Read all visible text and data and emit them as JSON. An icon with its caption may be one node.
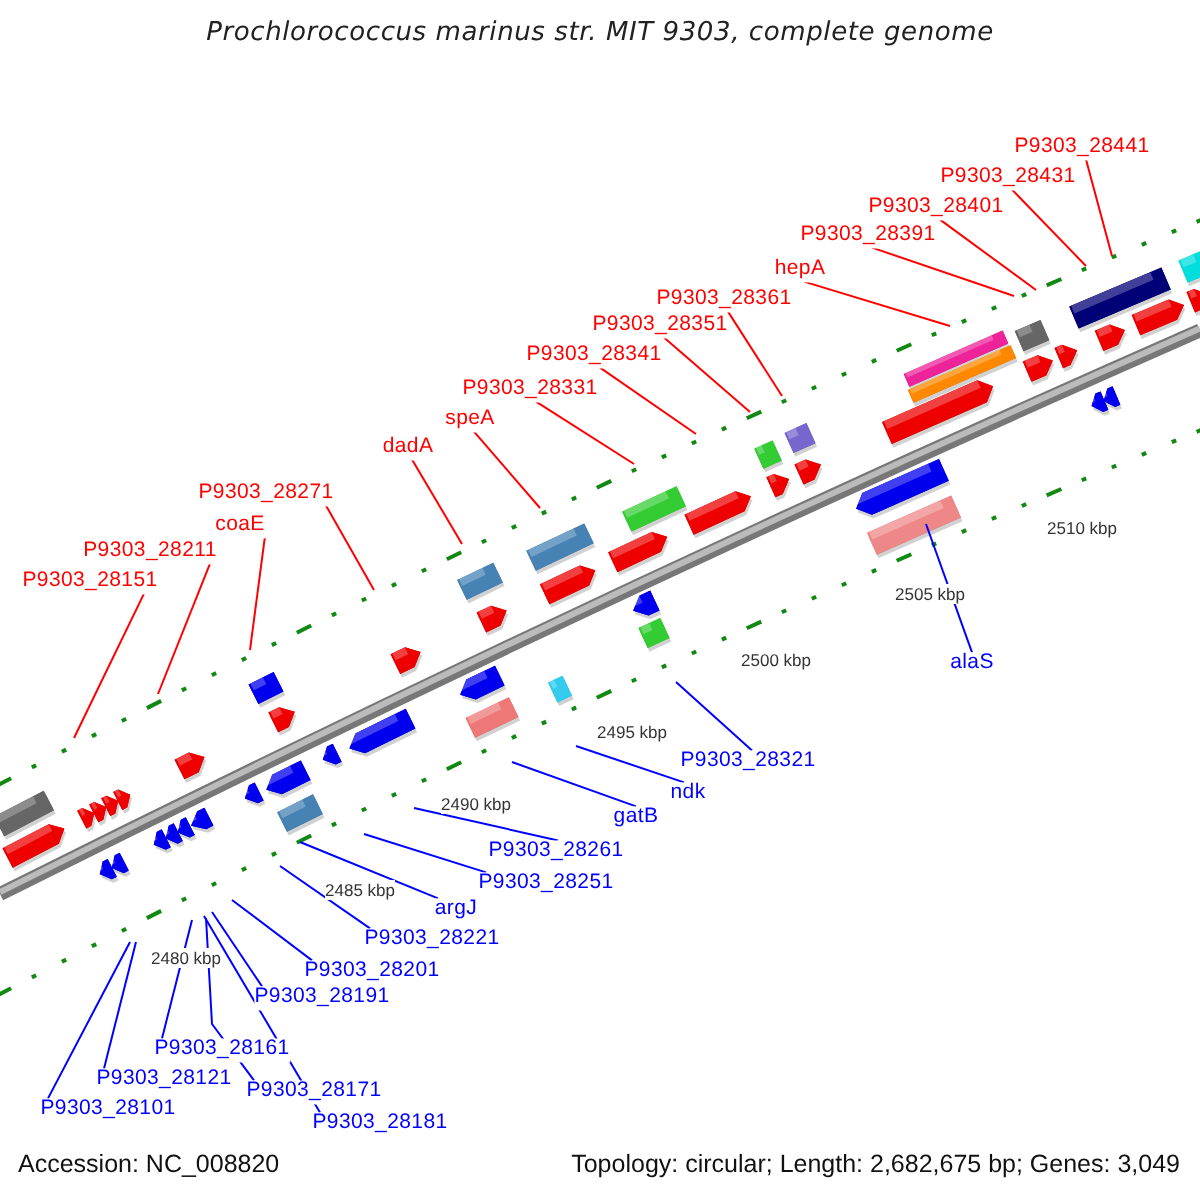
{
  "diagram": {
    "title": "Prochlorococcus marinus str. MIT 9303, complete genome",
    "nodes": [
      {
        "text": [
          "P9303_28151"
        ]
      },
      {
        "text": [
          "P9303_28211"
        ]
      },
      {
        "text": [
          "coaE"
        ]
      },
      {
        "text": [
          "P9303_28271"
        ]
      },
      {
        "text": [
          "dadA"
        ]
      },
      {
        "text": [
          "speA"
        ]
      },
      {
        "text": [
          "P9303_28331"
        ]
      },
      {
        "text": [
          "P9303_28341"
        ]
      },
      {
        "text": [
          "P9303_28351"
        ]
      },
      {
        "text": [
          "P9303_28361"
        ]
      },
      {
        "text": [
          "hepA"
        ]
      },
      {
        "text": [
          "P9303_28391"
        ]
      },
      {
        "text": [
          "P9303_28401"
        ]
      },
      {
        "text": [
          "P9303_28431"
        ]
      },
      {
        "text": [
          "P9303_28441"
        ]
      },
      {
        "text": [
          "alaS"
        ]
      },
      {
        "text": [
          "P9303_28321"
        ]
      },
      {
        "text": [
          "ndk"
        ]
      },
      {
        "text": [
          "gatB"
        ]
      },
      {
        "text": [
          "P9303_28261"
        ]
      },
      {
        "text": [
          "P9303_28251"
        ]
      },
      {
        "text": [
          "argJ"
        ]
      },
      {
        "text": [
          "P9303_28221"
        ]
      },
      {
        "text": [
          "P9303_28201"
        ]
      },
      {
        "text": [
          "P9303_28191"
        ]
      },
      {
        "text": [
          "P9303_28161"
        ]
      },
      {
        "text": [
          "P9303_28121"
        ]
      },
      {
        "text": [
          "P9303_28171"
        ]
      },
      {
        "text": [
          "P9303_28101"
        ]
      },
      {
        "text": [
          "P9303_28181"
        ]
      }
    ],
    "edges": [
      {
        "from": 0,
        "to": null,
        "arrow": "none",
        "color": "#ff0000"
      },
      {
        "from": 1,
        "to": null,
        "arrow": "none",
        "color": "#ff0000"
      },
      {
        "from": 2,
        "to": null,
        "arrow": "none",
        "color": "#ff0000"
      },
      {
        "from": 3,
        "to": null,
        "arrow": "none",
        "color": "#ff0000"
      },
      {
        "from": 4,
        "to": null,
        "arrow": "none",
        "color": "#ff0000"
      },
      {
        "from": 5,
        "to": null,
        "arrow": "none",
        "color": "#ff0000"
      },
      {
        "from": 6,
        "to": null,
        "arrow": "none",
        "color": "#ff0000"
      },
      {
        "from": 7,
        "to": null,
        "arrow": "none",
        "color": "#ff0000"
      },
      {
        "from": 8,
        "to": null,
        "arrow": "none",
        "color": "#ff0000"
      },
      {
        "from": 9,
        "to": null,
        "arrow": "none",
        "color": "#ff0000"
      },
      {
        "from": 10,
        "to": null,
        "arrow": "none",
        "color": "#ff0000"
      },
      {
        "from": 11,
        "to": null,
        "arrow": "none",
        "color": "#ff0000"
      },
      {
        "from": 12,
        "to": null,
        "arrow": "none",
        "color": "#ff0000"
      },
      {
        "from": 13,
        "to": null,
        "arrow": "none",
        "color": "#ff0000"
      },
      {
        "from": 14,
        "to": null,
        "arrow": "none",
        "color": "#ff0000"
      },
      {
        "from": 15,
        "to": null,
        "arrow": "none",
        "color": "#0000ff"
      },
      {
        "from": 16,
        "to": null,
        "arrow": "none",
        "color": "#0000ff"
      },
      {
        "from": 17,
        "to": null,
        "arrow": "none",
        "color": "#0000ff"
      },
      {
        "from": 18,
        "to": null,
        "arrow": "none",
        "color": "#0000ff"
      },
      {
        "from": 19,
        "to": null,
        "arrow": "none",
        "color": "#0000ff"
      },
      {
        "from": 20,
        "to": null,
        "arrow": "none",
        "color": "#0000ff"
      },
      {
        "from": 21,
        "to": null,
        "arrow": "none",
        "color": "#0000ff"
      },
      {
        "from": 22,
        "to": null,
        "arrow": "none",
        "color": "#0000ff"
      },
      {
        "from": 23,
        "to": null,
        "arrow": "none",
        "color": "#0000ff"
      },
      {
        "from": 24,
        "to": null,
        "arrow": "none",
        "color": "#0000ff"
      },
      {
        "from": 25,
        "to": null,
        "arrow": "none",
        "color": "#0000ff"
      },
      {
        "from": 26,
        "to": null,
        "arrow": "none",
        "color": "#0000ff"
      },
      {
        "from": 27,
        "to": null,
        "arrow": "none",
        "color": "#0000ff"
      },
      {
        "from": 28,
        "to": null,
        "arrow": "none",
        "color": "#0000ff"
      },
      {
        "from": 29,
        "to": null,
        "arrow": "none",
        "color": "#0000ff"
      }
    ],
    "labels": [
      "2510 kbp",
      "2505 kbp",
      "2500 kbp",
      "2495 kbp",
      "2490 kbp",
      "2485 kbp",
      "2480 kbp",
      "Accession: NC_008820",
      "Topology: circular; Length: 2,682,675 bp; Genes: 3,049"
    ]
  }
}
